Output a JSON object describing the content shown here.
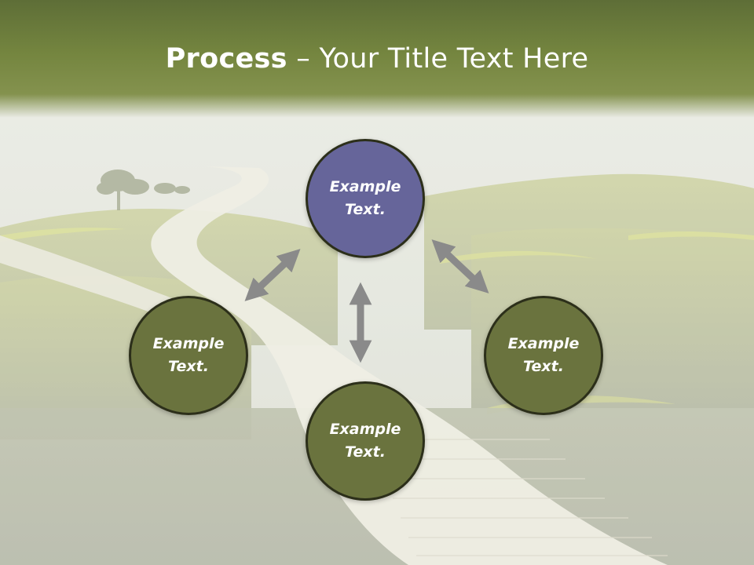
{
  "slide": {
    "title_bold": "Process",
    "title_rest": " – Your Title Text Here"
  },
  "nodes": [
    {
      "id": "top",
      "label": "Example\nText.",
      "fill": "#66659a"
    },
    {
      "id": "left",
      "label": "Example\nText.",
      "fill": "#6a733e"
    },
    {
      "id": "right",
      "label": "Example\nText.",
      "fill": "#6a733e"
    },
    {
      "id": "bottom",
      "label": "Example\nText.",
      "fill": "#6a733e"
    }
  ],
  "colors": {
    "title_band": "#6b7c3c",
    "arrow": "#8a8a8a",
    "node_border": "#2c2f1a"
  }
}
